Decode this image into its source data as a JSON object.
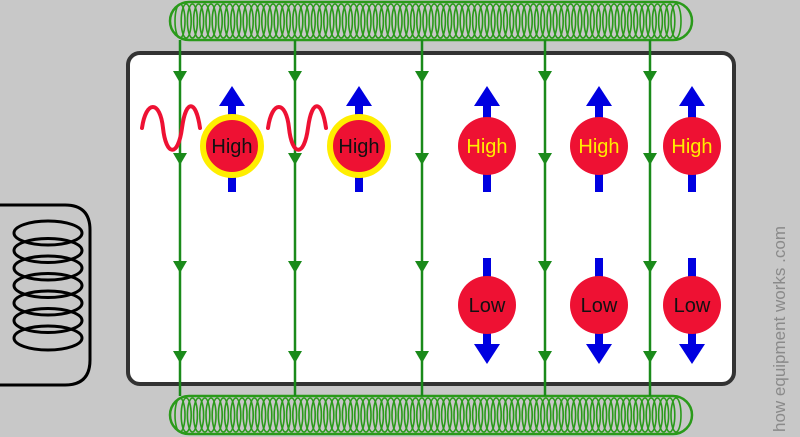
{
  "protons": [
    {
      "label": "High",
      "excited": true
    },
    {
      "label": "High",
      "excited": true
    },
    {
      "label": "High",
      "excited": false
    },
    {
      "label": "High",
      "excited": false
    },
    {
      "label": "High",
      "excited": false
    },
    {
      "label": "Low",
      "excited": false
    },
    {
      "label": "Low",
      "excited": false
    },
    {
      "label": "Low",
      "excited": false
    }
  ],
  "watermark": "how equipment works .com",
  "colors": {
    "background": "#c8c8c8",
    "chamber": "#ffffff",
    "field_line": "#1a8a1a",
    "coil": "#2a9a1a",
    "spin_arrow": "#0000e0",
    "proton": "#ee1133",
    "excited_ring": "#ffee00",
    "excited_text": "#111111",
    "ground_text": "#ffee00",
    "rf_wave": "#ee1133",
    "rf_coil": "#000000"
  }
}
